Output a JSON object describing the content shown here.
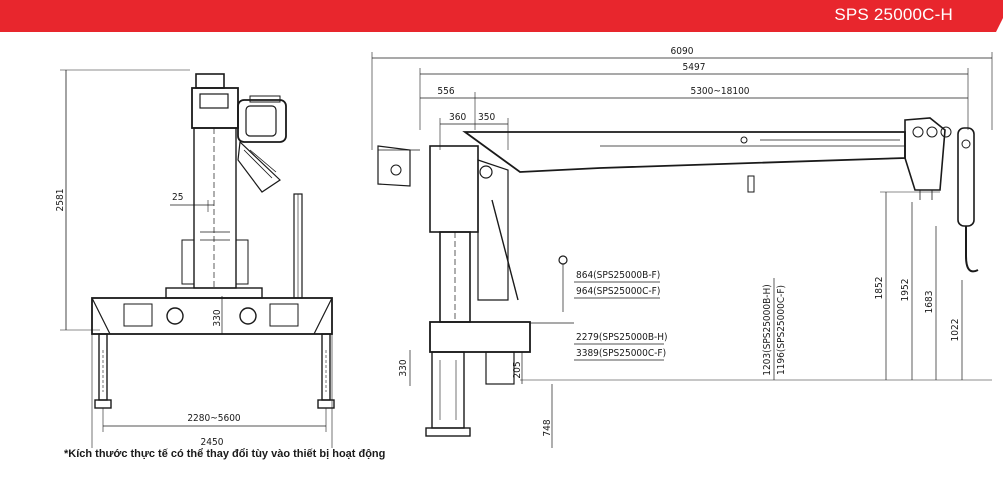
{
  "header": {
    "model": "SPS 25000C-H",
    "accent_color": "#e8262d"
  },
  "front_view": {
    "dim_height_total": "2581",
    "dim_offset": "25",
    "dim_base_height": "330",
    "dim_outrigger_span": "2280~5600",
    "dim_base_width": "2450"
  },
  "side_view": {
    "dim_total_length": "6090",
    "dim_boom_length": "5497",
    "dim_column_offset": "556",
    "dim_boom_reach": "5300~18100",
    "dim_a": "360",
    "dim_b": "350",
    "label_b_upper": "864(SPS25000B-F)",
    "label_c_upper": "964(SPS25000C-F)",
    "label_b_lower": "2279(SPS25000B-H)",
    "label_c_lower": "3389(SPS25000C-F)",
    "vertical_label_b": "1203(SPS25000B-H)",
    "vertical_label_c": "1196(SPS25000C-F)",
    "dim_1852": "1852",
    "dim_1952": "1952",
    "dim_1683": "1683",
    "dim_1022": "1022",
    "dim_base_330": "330",
    "dim_205": "205",
    "dim_748": "748"
  },
  "footnote": "*Kích thước thực tế có thể thay đổi tùy vào thiết bị hoạt động"
}
